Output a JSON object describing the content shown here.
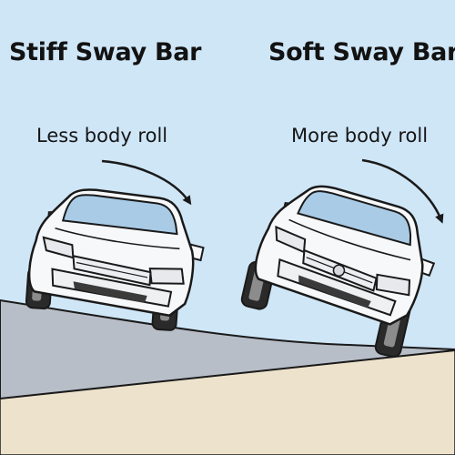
{
  "left_panel": {
    "title": "Stiff Sway Bar",
    "caption": "Less body roll"
  },
  "right_panel": {
    "title": "Soft Sway Bar",
    "caption": "More body roll"
  },
  "colors": {
    "sky": "#cfe6f7",
    "road": "#b8bec8",
    "ground": "#ede2cc",
    "car_body": "#f7f8fa",
    "windshield": "#a9cbe6",
    "outline": "#1a1a1a"
  },
  "icons": [
    "arrow-left",
    "arrow-right",
    "car-stiff",
    "car-soft"
  ]
}
